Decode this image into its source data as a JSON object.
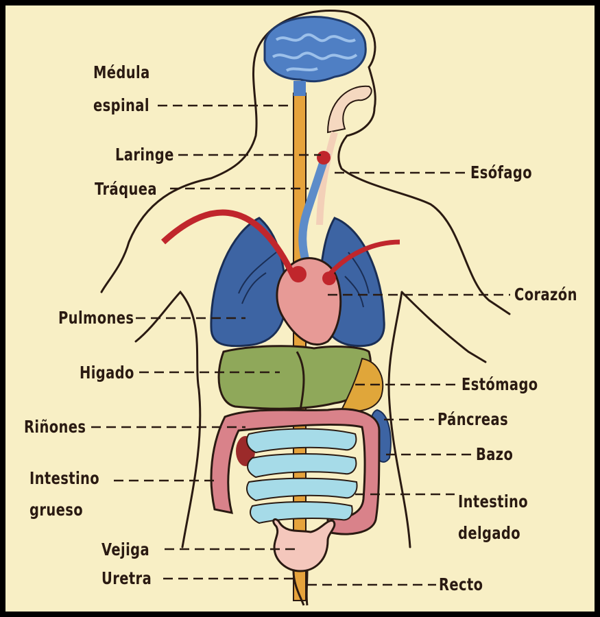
{
  "labels": {
    "medula_line1": "Médula",
    "medula_line2": "espinal",
    "laringe": "Laringe",
    "traquea": "Tráquea",
    "esofago": "Esófago",
    "corazon": "Corazón",
    "pulmones": "Pulmones",
    "higado": "Higado",
    "estomago": "Estómago",
    "rinones": "Riñones",
    "pancreas": "Páncreas",
    "bazo": "Bazo",
    "intestino_grueso_line1": "Intestino",
    "intestino_grueso_line2": "grueso",
    "intestino_delgado_line1": "Intestino",
    "intestino_delgado_line2": "delgado",
    "vejiga": "Vejiga",
    "uretra": "Uretra",
    "recto": "Recto"
  },
  "colors": {
    "background": "#f8efc5",
    "frame": "#000000",
    "brain": "#4f7fc4",
    "lungs": "#3d64a3",
    "heart": "#e79a96",
    "liver": "#8fa85a",
    "stomach": "#e0a63a",
    "large_intestine": "#d9828a",
    "small_intestine": "#a6dbe8",
    "spinal_cord": "#e6a33c",
    "blood_vessels": "#c0262c",
    "bladder": "#f4c7bc"
  }
}
